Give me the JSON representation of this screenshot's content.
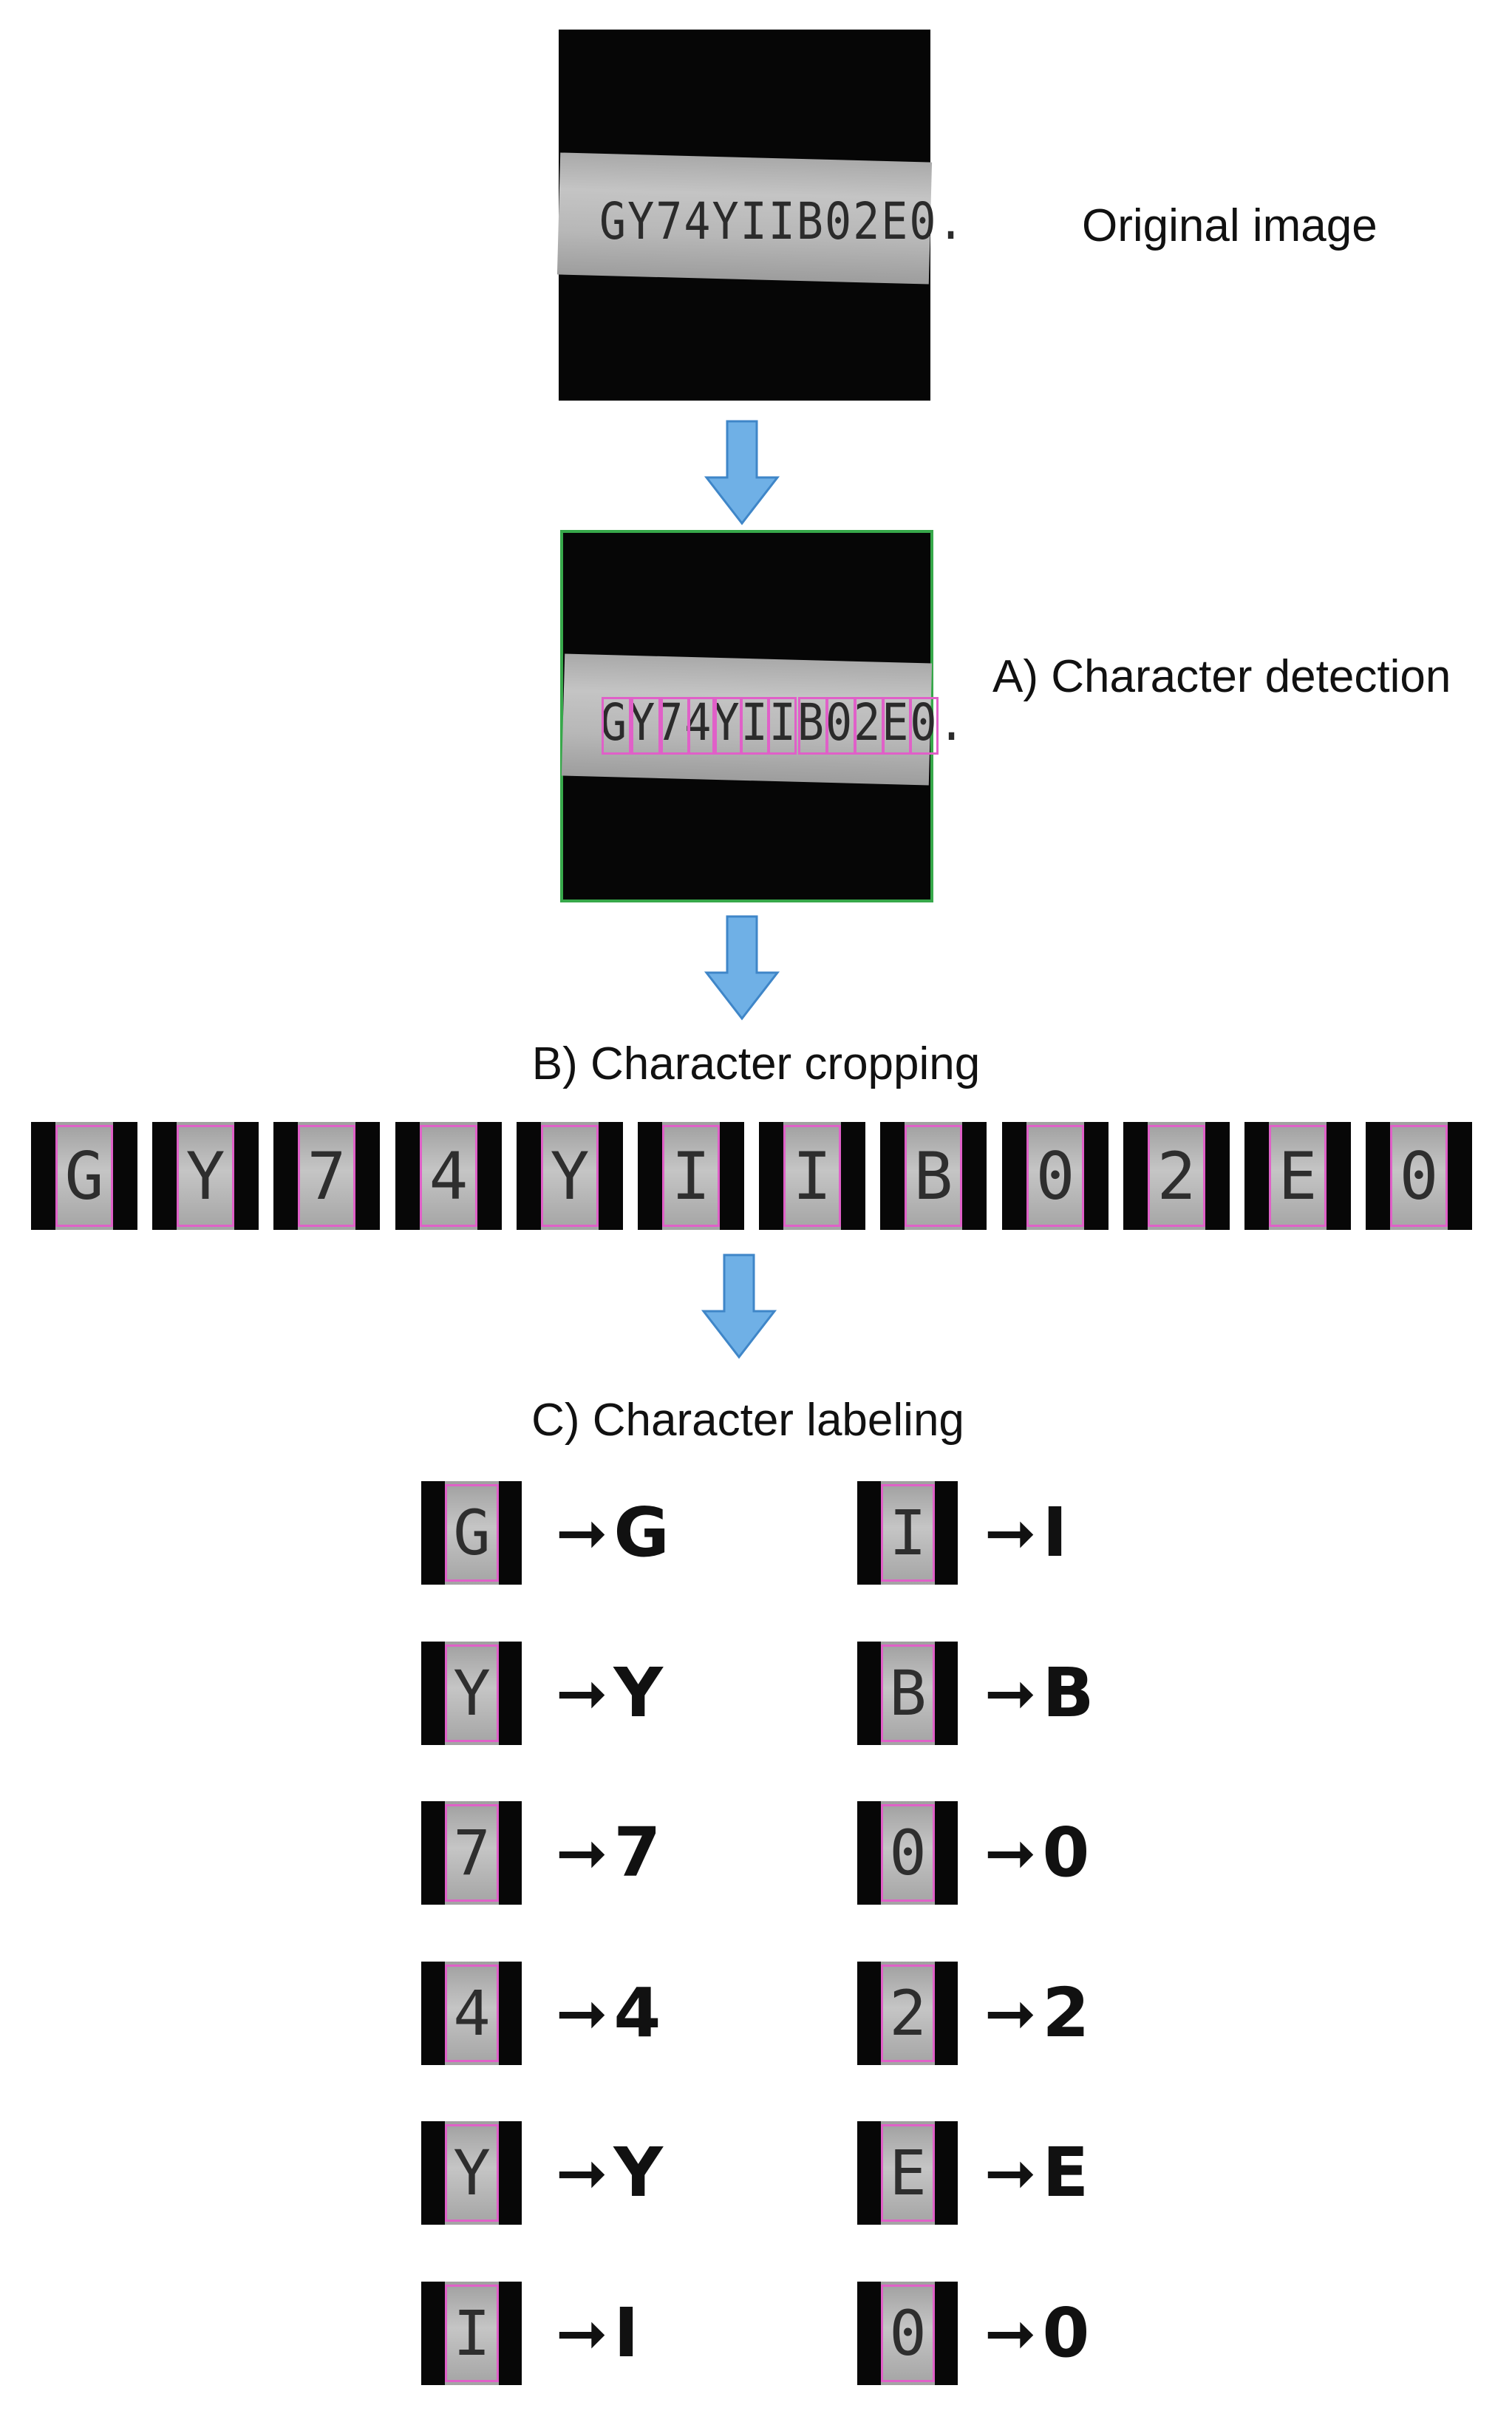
{
  "labels": {
    "original": "Original image",
    "detection": "A) Character detection",
    "cropping": "B) Character cropping",
    "labeling": "C) Character labeling"
  },
  "plate_text": "GY74YIIB02E0.",
  "colors": {
    "box": "#e060c8",
    "detect_border": "#37a84a",
    "arrow_fill": "#6fb0e6",
    "arrow_stroke": "#3f86c8"
  },
  "crops": [
    "G",
    "Y",
    "7",
    "4",
    "Y",
    "I",
    "I",
    "B",
    "0",
    "2",
    "E",
    "0"
  ],
  "labeling_left": [
    {
      "glyph": "G",
      "label": "G"
    },
    {
      "glyph": "Y",
      "label": "Y"
    },
    {
      "glyph": "7",
      "label": "7"
    },
    {
      "glyph": "4",
      "label": "4"
    },
    {
      "glyph": "Y",
      "label": "Y"
    },
    {
      "glyph": "I",
      "label": "I"
    }
  ],
  "labeling_right": [
    {
      "glyph": "I",
      "label": "I"
    },
    {
      "glyph": "B",
      "label": "B"
    },
    {
      "glyph": "0",
      "label": "0"
    },
    {
      "glyph": "2",
      "label": "2"
    },
    {
      "glyph": "E",
      "label": "E"
    },
    {
      "glyph": "0",
      "label": "0"
    }
  ],
  "arrow_glyph": "➞"
}
